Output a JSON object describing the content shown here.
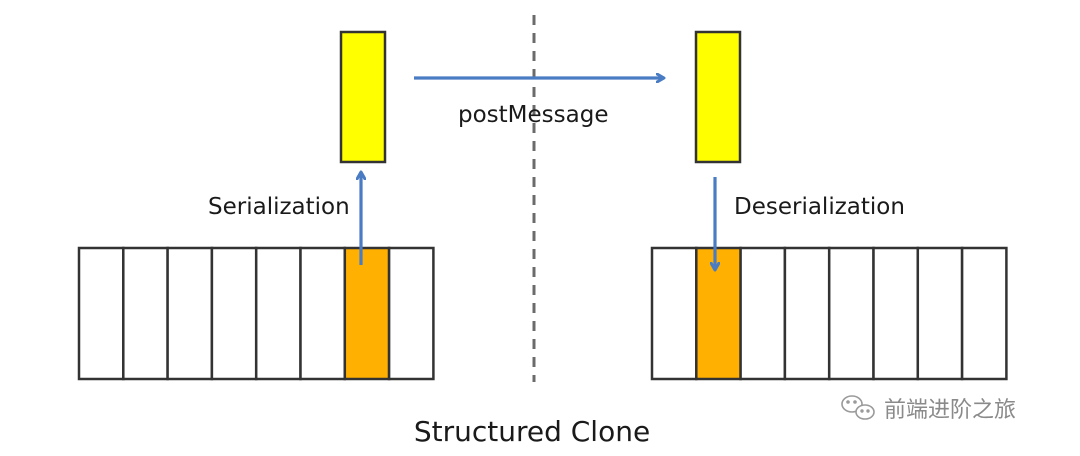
{
  "labels": {
    "serialization": "Serialization",
    "deserialization": "Deserialization",
    "post_message": "postMessage",
    "caption": "Structured Clone"
  },
  "watermark": {
    "text": "前端进阶之旅",
    "icon": "wechat-icon"
  },
  "memory_blocks": {
    "left": {
      "cell_count": 8,
      "highlighted_index": 6
    },
    "right": {
      "cell_count": 8,
      "highlighted_index": 1
    }
  },
  "colors": {
    "message_box": "#ffff00",
    "highlighted_cell": "#ffb000",
    "arrow": "#4a7cc4",
    "divider": "#6b6b6b",
    "outline": "#333333"
  }
}
